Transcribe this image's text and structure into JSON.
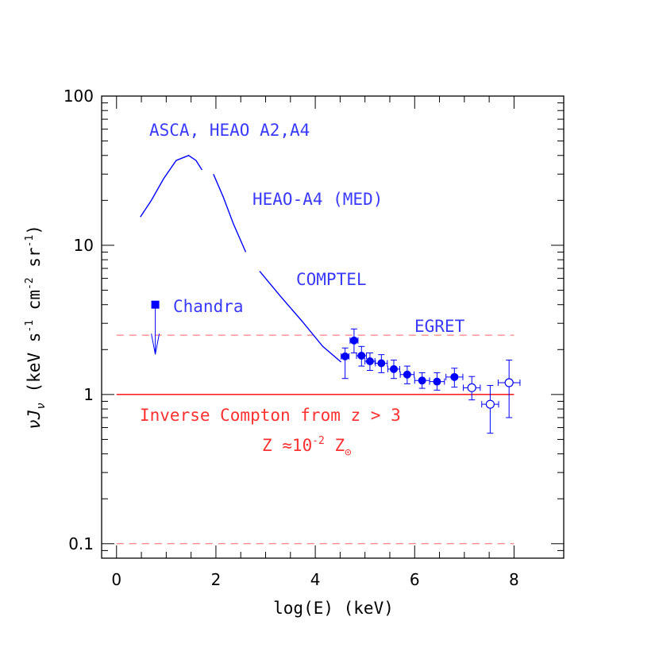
{
  "colors": {
    "blue": "#0000ff",
    "blue_text": "#3a3aff",
    "red": "#ff0000",
    "red_text": "#ff3030",
    "dashed_red": "#ff6060"
  },
  "chart_data": {
    "type": "scatter",
    "xlabel": "log(E) (keV)",
    "ylabel_parts": {
      "nu": "ν",
      "J": "J",
      "sub_nu": "ν",
      "units_a": " (keV s",
      "exp1": "-1",
      "units_b": " cm",
      "exp2": "-2",
      "units_c": " sr",
      "exp3": "-1",
      "units_d": ")"
    },
    "xlim": [
      -0.3,
      9.0
    ],
    "ylim": [
      0.08,
      100
    ],
    "y_scale": "log",
    "x_ticks": [
      "0",
      "2",
      "4",
      "6",
      "8"
    ],
    "y_ticks": [
      "0.1",
      "1",
      "10",
      "100"
    ],
    "grid": false,
    "curve_segments": [
      {
        "name": "ASCA, HEAO A2,A4",
        "x": [
          0.48,
          0.7,
          0.95,
          1.2,
          1.45,
          1.6,
          1.72
        ],
        "y": [
          15.5,
          20,
          28,
          37,
          40,
          37,
          32
        ]
      },
      {
        "name": "HEAO-A4 (MED)",
        "x": [
          1.95,
          2.15,
          2.35,
          2.6
        ],
        "y": [
          30,
          21,
          14,
          9.0
        ]
      },
      {
        "name": "COMPTEL",
        "x": [
          2.88,
          3.3,
          3.75,
          4.15,
          4.52
        ],
        "y": [
          6.7,
          4.55,
          3.05,
          2.1,
          1.65
        ]
      }
    ],
    "filled_points": [
      {
        "x": 4.6,
        "y": 1.8,
        "xerr": 0.08,
        "ylo": 1.28,
        "yhi": 2.05
      },
      {
        "x": 4.78,
        "y": 2.3,
        "xerr": 0.08,
        "ylo": 1.9,
        "yhi": 2.75
      },
      {
        "x": 4.93,
        "y": 1.82,
        "xerr": 0.1,
        "ylo": 1.55,
        "yhi": 2.1
      },
      {
        "x": 5.1,
        "y": 1.67,
        "xerr": 0.1,
        "ylo": 1.45,
        "yhi": 1.9
      },
      {
        "x": 5.33,
        "y": 1.62,
        "xerr": 0.12,
        "ylo": 1.4,
        "yhi": 1.85
      },
      {
        "x": 5.58,
        "y": 1.48,
        "xerr": 0.12,
        "ylo": 1.28,
        "yhi": 1.7
      },
      {
        "x": 5.85,
        "y": 1.36,
        "xerr": 0.14,
        "ylo": 1.18,
        "yhi": 1.55
      },
      {
        "x": 6.15,
        "y": 1.24,
        "xerr": 0.15,
        "ylo": 1.1,
        "yhi": 1.4
      },
      {
        "x": 6.45,
        "y": 1.22,
        "xerr": 0.15,
        "ylo": 1.07,
        "yhi": 1.4
      },
      {
        "x": 6.8,
        "y": 1.31,
        "xerr": 0.17,
        "ylo": 1.12,
        "yhi": 1.5
      }
    ],
    "open_points": [
      {
        "x": 7.15,
        "y": 1.11,
        "xerr": 0.17,
        "ylo": 0.92,
        "yhi": 1.32
      },
      {
        "x": 7.52,
        "y": 0.86,
        "xerr": 0.17,
        "ylo": 0.55,
        "yhi": 1.15
      },
      {
        "x": 7.9,
        "y": 1.2,
        "xerr": 0.22,
        "ylo": 0.7,
        "yhi": 1.7
      }
    ],
    "chandra": {
      "x": 0.78,
      "y": 4.0,
      "arrow_to": 2.0
    },
    "egret_dashed_level": 2.5,
    "inverse_compton_level": 1.0,
    "lower_dashed_level": 0.1,
    "line_x_range": [
      0,
      8
    ],
    "annotations": {
      "asca": "ASCA, HEAO A2,A4",
      "heao": "HEAO-A4 (MED)",
      "comptel": "COMPTEL",
      "chandra": "Chandra",
      "egret": "EGRET",
      "ic1": "Inverse Compton from z > 3",
      "ic2_a": "Z ≈10",
      "ic2_exp": "-2",
      "ic2_b": " Z",
      "ic2_sub": "⊙"
    }
  }
}
